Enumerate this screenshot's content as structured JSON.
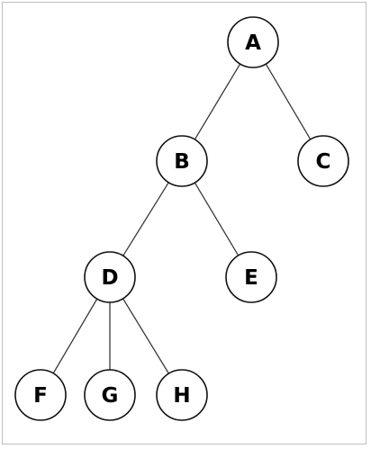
{
  "tree": {
    "nodes": [
      {
        "id": "A",
        "label": "A"
      },
      {
        "id": "B",
        "label": "B"
      },
      {
        "id": "C",
        "label": "C"
      },
      {
        "id": "D",
        "label": "D"
      },
      {
        "id": "E",
        "label": "E"
      },
      {
        "id": "F",
        "label": "F"
      },
      {
        "id": "G",
        "label": "G"
      },
      {
        "id": "H",
        "label": "H"
      }
    ],
    "edges": [
      {
        "from": "A",
        "to": "B"
      },
      {
        "from": "A",
        "to": "C"
      },
      {
        "from": "B",
        "to": "D"
      },
      {
        "from": "B",
        "to": "E"
      },
      {
        "from": "D",
        "to": "F"
      },
      {
        "from": "D",
        "to": "G"
      },
      {
        "from": "D",
        "to": "H"
      }
    ]
  }
}
